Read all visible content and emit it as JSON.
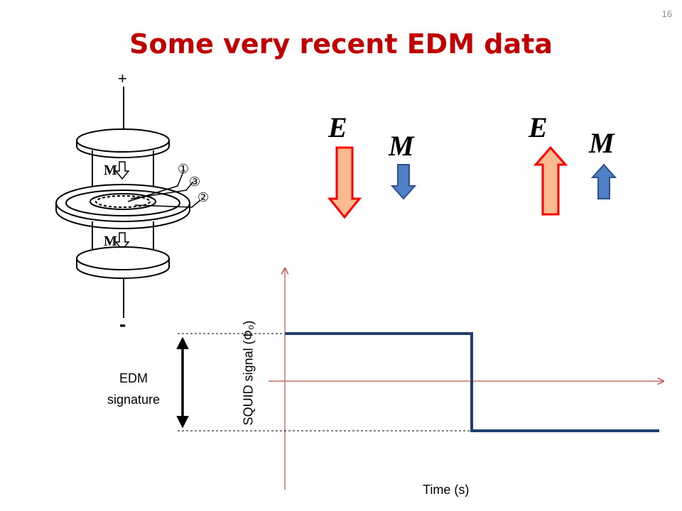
{
  "slide": {
    "number": "16",
    "title": "Some very recent EDM data"
  },
  "colors": {
    "title": "#c00000",
    "e_arrow_fill": "#f9bb8f",
    "e_arrow_stroke": "#ff0000",
    "m_arrow_fill": "#4f7fc4",
    "m_arrow_stroke": "#2f528f",
    "signal_line": "#1f3f6f",
    "axis": "#c0504d"
  },
  "apparatus": {
    "plus_label": "+",
    "minus_label": "-",
    "magnet_top_label": "M",
    "magnet_bottom_label": "M",
    "callouts": [
      "①",
      "③",
      "②"
    ]
  },
  "fields": {
    "left": {
      "e_label": "E",
      "m_label": "M",
      "direction": "down"
    },
    "right": {
      "e_label": "E",
      "m_label": "M",
      "direction": "up"
    }
  },
  "signal_plot": {
    "edm_signature_line1": "EDM",
    "edm_signature_line2": "signature",
    "ylabel": "SQUID signal (Φ₀)",
    "xlabel": "Time (s)"
  }
}
